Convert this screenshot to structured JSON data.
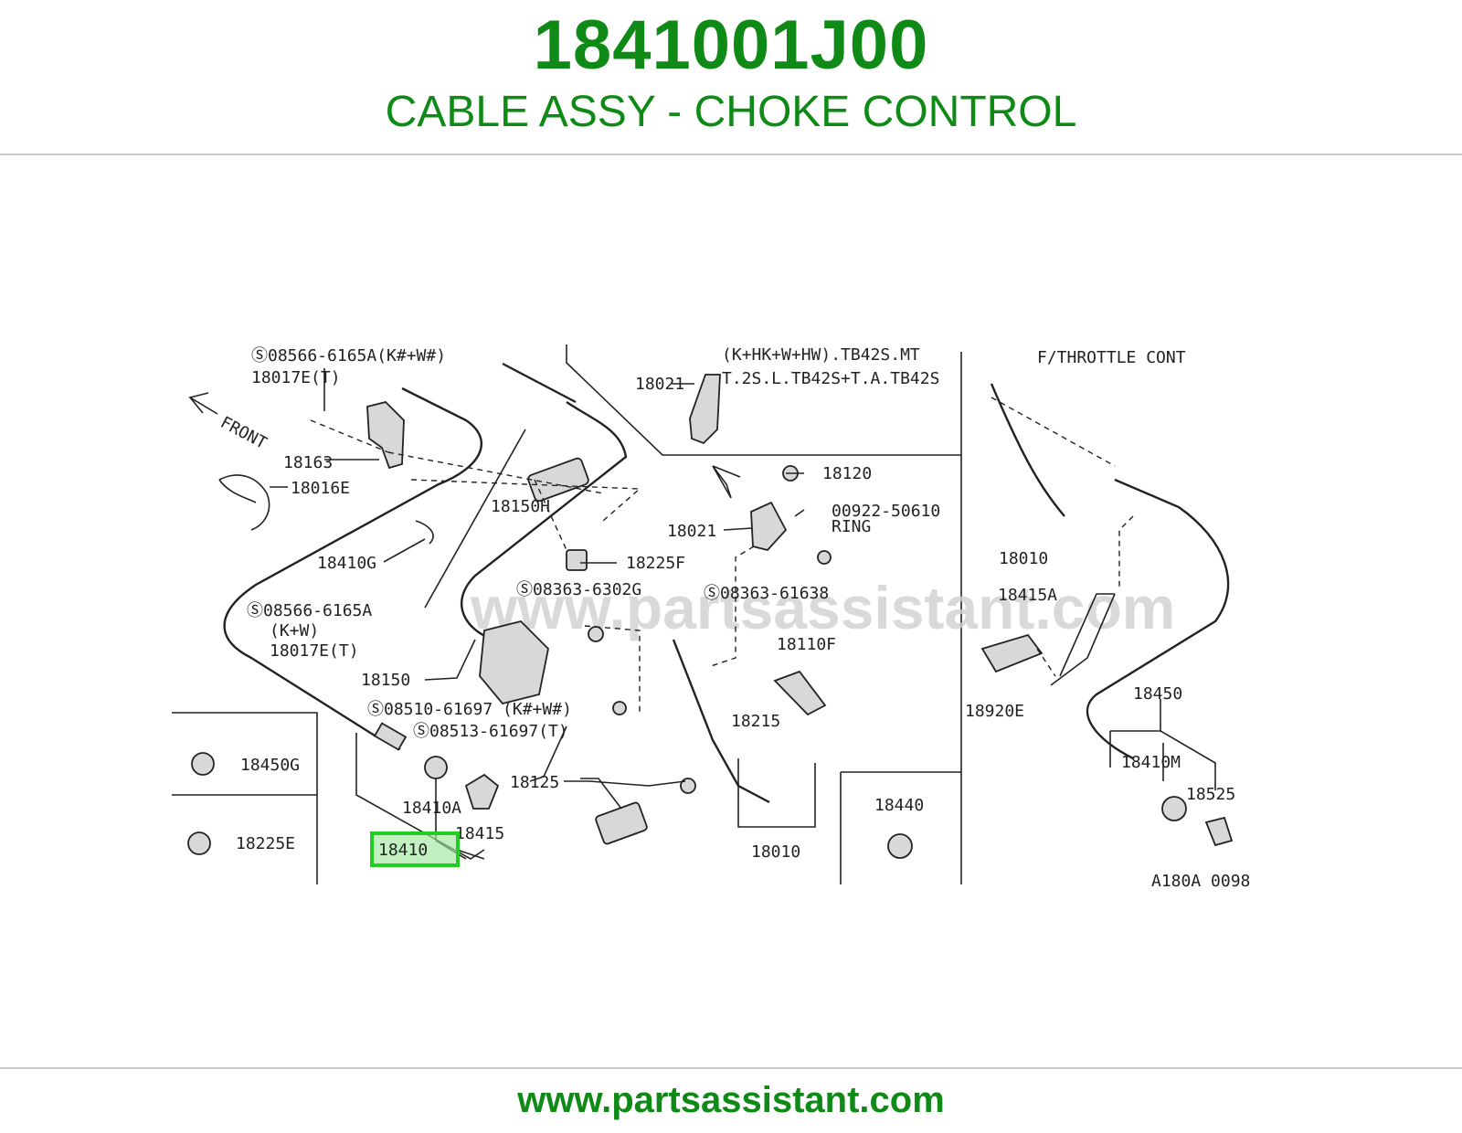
{
  "header": {
    "part_number": "1841001J00",
    "part_name": "CABLE ASSY - CHOKE CONTROL"
  },
  "footer": {
    "url": "www.partsassistant.com"
  },
  "diagram": {
    "watermark": "www.partsassistant.com",
    "figure_code": "A180A 0098",
    "highlight_color": "#22cc22",
    "highlighted_part": "18410",
    "labels": {
      "s08566_6165a_kw": "08566-6165A(K#+W#)",
      "l18017e_t_top": "18017E(T)",
      "front": "FRONT",
      "l18163": "18163",
      "l18016e": "18016E",
      "l18410g": "18410G",
      "l18150h": "18150H",
      "s08566_6165a": "08566-6165A",
      "kw": "(K+W)",
      "l18017e_t": "18017E(T)",
      "l18150": "18150",
      "s08363_6302g": "08363-6302G",
      "l18225f": "18225F",
      "s08510_61697": "08510-61697 (K#+W#)",
      "s08513_61697": "08513-61697(T)",
      "l18450g": "18450G",
      "l18225e": "18225E",
      "l18410a": "18410A",
      "l18415": "18415",
      "l18410": "18410",
      "l18125": "18125",
      "l18021_top": "18021",
      "model_note_1": "(K+HK+W+HW).TB42S.MT",
      "model_note_2": "T.2S.L.TB42S+T.A.TB42S",
      "l18120": "18120",
      "l00922": "00922-50610",
      "ring": "RING",
      "l18021": "18021",
      "s08363_61638": "08363-61638",
      "l18110f": "18110F",
      "l18215": "18215",
      "l18010_mid": "18010",
      "l18440": "18440",
      "throttle_title": "F/THROTTLE CONT",
      "l18010_right": "18010",
      "l18415a": "18415A",
      "l18920e": "18920E",
      "l18450": "18450",
      "l18410m": "18410M",
      "l18525": "18525"
    }
  }
}
